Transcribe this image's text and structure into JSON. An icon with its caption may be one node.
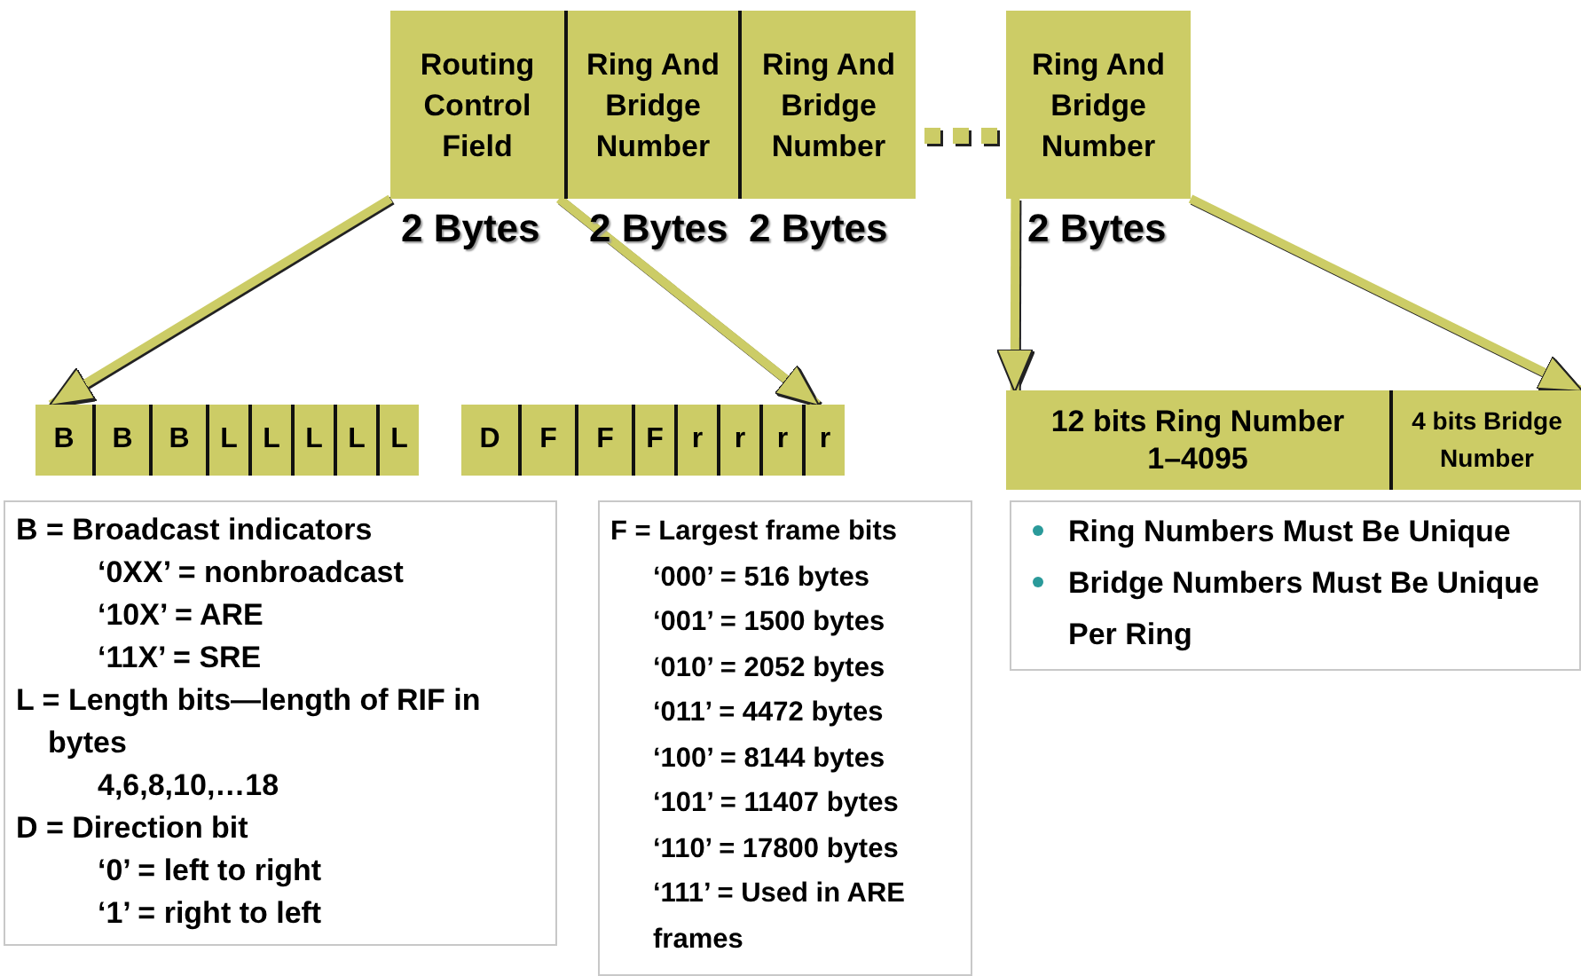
{
  "diagram": {
    "nodes": [
      {
        "text": [
          "Routing Control Field"
        ],
        "beside": [
          "2 Bytes"
        ]
      },
      {
        "text": [
          "Ring And Bridge Number"
        ],
        "beside": [
          "2 Bytes"
        ]
      },
      {
        "text": [
          "Ring And Bridge Number"
        ],
        "beside": [
          "2 Bytes"
        ]
      },
      {
        "text": [
          "Ring And Bridge Number"
        ],
        "beside": [
          "2 Bytes"
        ]
      },
      {
        "text": [],
        "shape": "bar"
      },
      {
        "text": [
          "B"
        ],
        "in": 4
      },
      {
        "text": [
          "B"
        ],
        "in": 4
      },
      {
        "text": [
          "B"
        ],
        "in": 4
      },
      {
        "text": [
          "L"
        ],
        "in": 4
      },
      {
        "text": [
          "L"
        ],
        "in": 4
      },
      {
        "text": [
          "L"
        ],
        "in": 4
      },
      {
        "text": [
          "L"
        ],
        "in": 4
      },
      {
        "text": [
          "L"
        ],
        "in": 4
      },
      {
        "text": [],
        "shape": "bar"
      },
      {
        "text": [
          "D"
        ],
        "in": 13
      },
      {
        "text": [
          "F"
        ],
        "in": 13
      },
      {
        "text": [
          "F"
        ],
        "in": 13
      },
      {
        "text": [
          "F"
        ],
        "in": 13
      },
      {
        "text": [
          "r"
        ],
        "in": 13
      },
      {
        "text": [
          "r"
        ],
        "in": 13
      },
      {
        "text": [
          "r"
        ],
        "in": 13
      },
      {
        "text": [
          "r"
        ],
        "in": 13
      },
      {
        "text": [],
        "shape": "bar"
      },
      {
        "text": [
          "12 bits Ring Number 1–4095"
        ],
        "in": 22
      },
      {
        "text": [
          "4 bits Bridge Number"
        ],
        "in": 22
      },
      {
        "text": [
          "B = Broadcast indicators",
          "‘0XX’ = nonbroadcast",
          "‘10X’ = ARE",
          "‘11X’ = SRE",
          "L = Length bits—length of RIF in bytes",
          "4,6,8,10,…18",
          "D = Direction bit",
          "‘0’ = left to right",
          "‘1’ = right to left"
        ]
      },
      {
        "text": [
          "F = Largest frame bits",
          "‘000’ = 516 bytes",
          "‘001’ = 1500 bytes",
          "‘010’ = 2052 bytes",
          "‘011’ = 4472 bytes",
          "‘100’ = 8144 bytes",
          "‘101’ = 11407 bytes",
          "‘110’ = 17800 bytes",
          "‘111’ = Used in ARE frames"
        ]
      },
      {
        "text": [
          "Ring Numbers Must Be Unique",
          "Bridge Numbers Must Be Unique Per Ring"
        ]
      }
    ],
    "edges": [
      {
        "from": 0,
        "to": 4,
        "arrow": "to"
      },
      {
        "from": 0,
        "to": 13,
        "arrow": "to"
      },
      {
        "from": 3,
        "to": 22,
        "arrow": "to"
      },
      {
        "from": 3,
        "to": 22,
        "arrow": "to"
      }
    ]
  }
}
